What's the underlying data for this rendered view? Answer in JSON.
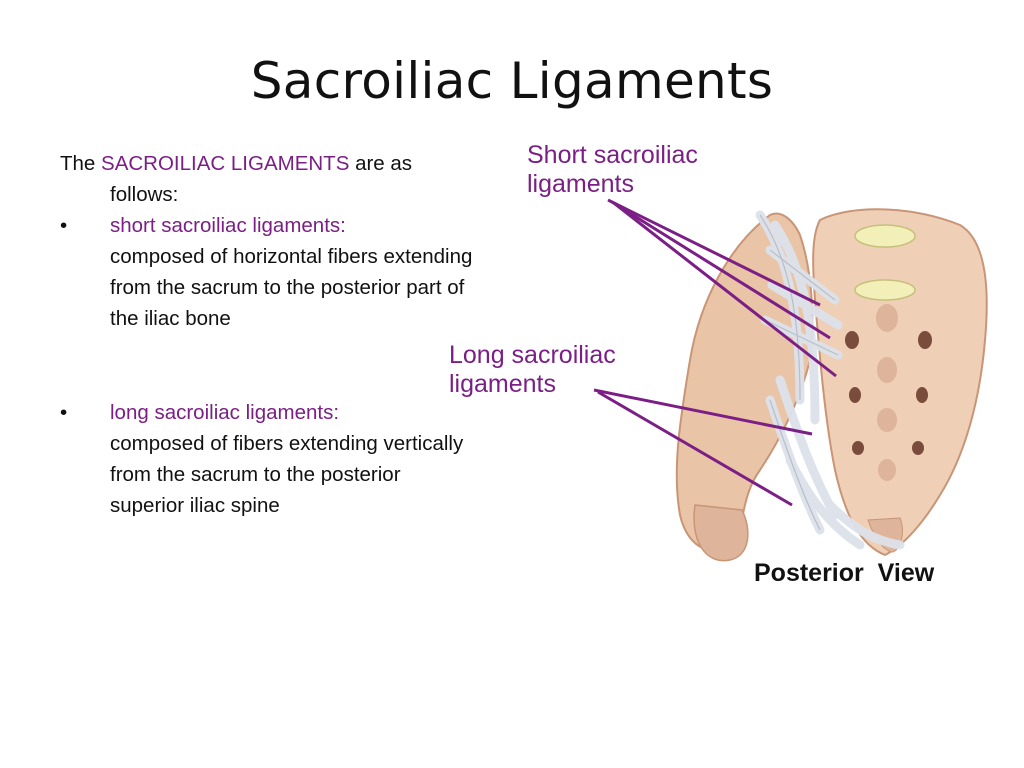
{
  "slide": {
    "title": "Sacroiliac Ligaments"
  },
  "body": {
    "intro_prefix": "The ",
    "intro_term": "SACROILIAC LIGAMENTS",
    "intro_suffix": " are as follows:",
    "bullet_glyph": "•",
    "bullets": [
      {
        "term": "short sacroiliac ligaments:",
        "description": "composed of horizontal fibers extending from the sacrum to the posterior part of the iliac bone"
      },
      {
        "term": "long sacroiliac ligaments:",
        "description": "composed of fibers extending vertically from the sacrum to the posterior superior iliac spine"
      }
    ]
  },
  "figure": {
    "short_label_line1": "Short sacroiliac",
    "short_label_line2": "ligaments",
    "long_label_line1": "Long sacroiliac",
    "long_label_line2": "ligaments",
    "caption": "Posterior  View"
  },
  "colors": {
    "accent": "#7b1f86",
    "bone": "#e9c4a6",
    "bone_shadow": "#c99577",
    "ligament": "#dde2ea",
    "disc": "#f2f0b8",
    "text": "#111111"
  }
}
